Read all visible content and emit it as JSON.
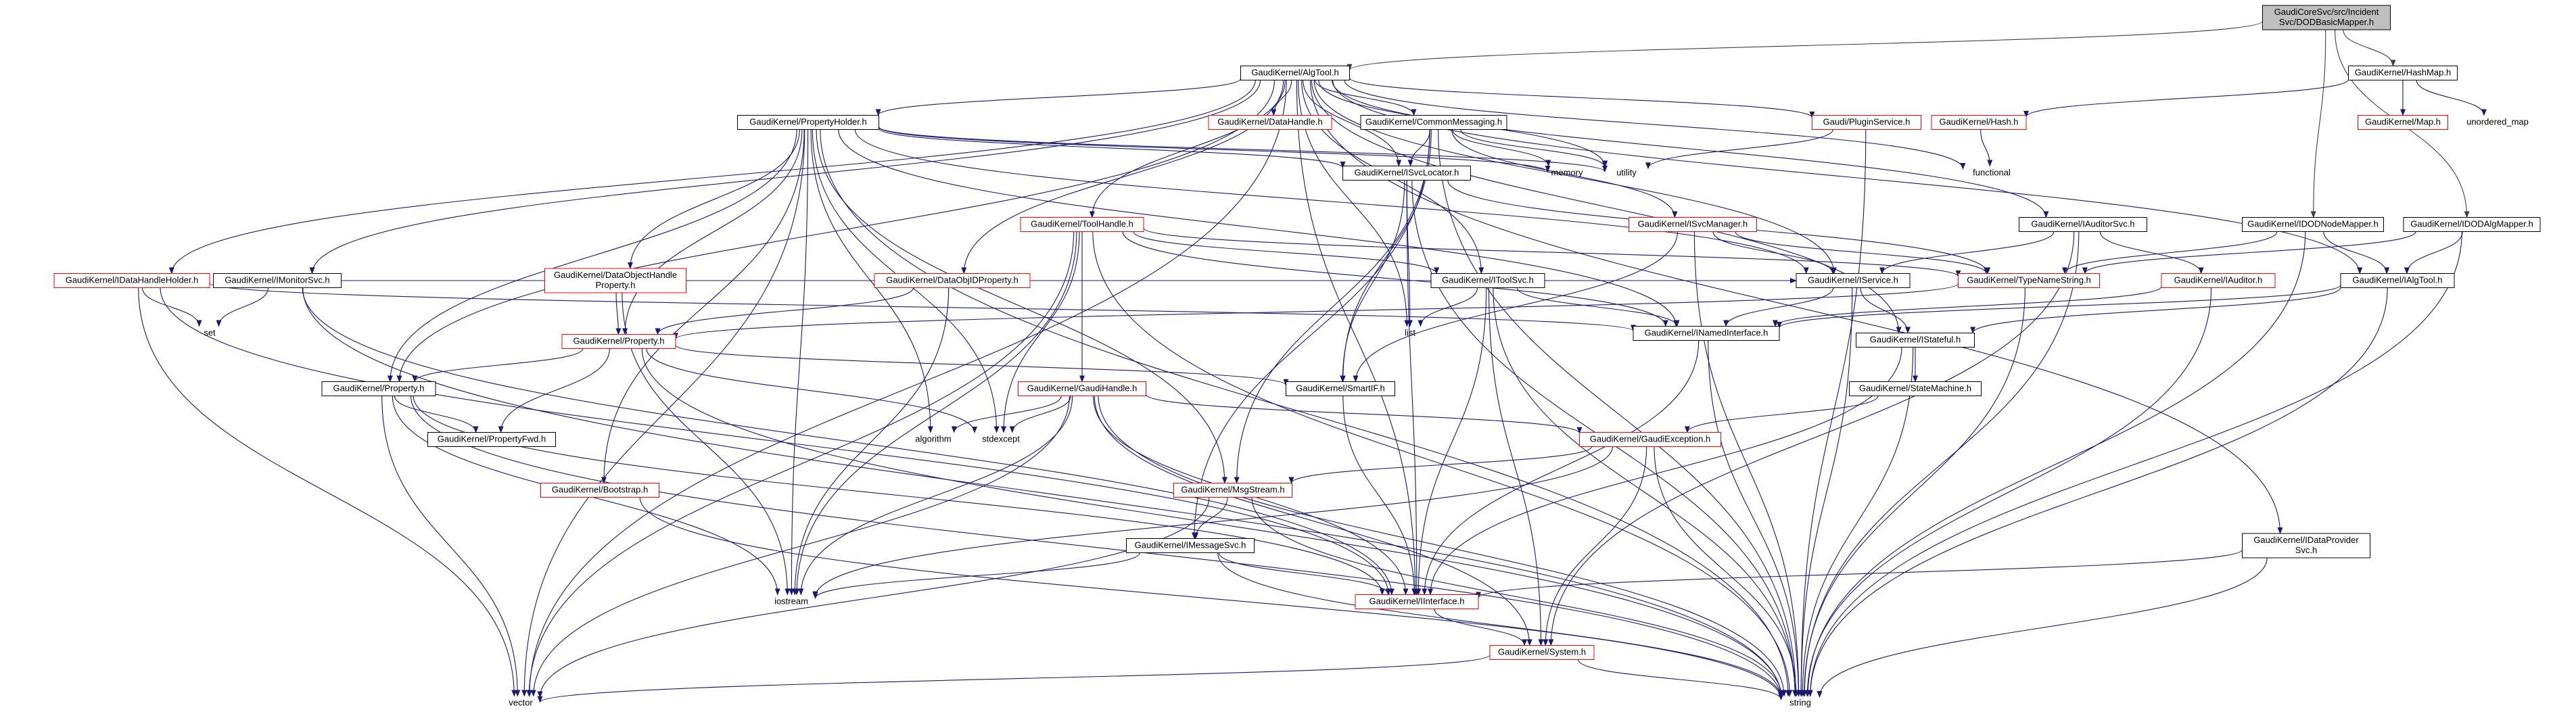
{
  "diagram": {
    "title": "",
    "edge_color": "#191970",
    "edge_color_root": "#404040",
    "nodes": [
      {
        "id": "root",
        "lines": [
          "GaudiCoreSvc/src/Incident",
          "Svc/DODBasicMapper.h"
        ],
        "style": "root"
      },
      {
        "id": "algtool",
        "lines": [
          "GaudiKernel/AlgTool.h"
        ],
        "style": "black"
      },
      {
        "id": "hashmap",
        "lines": [
          "GaudiKernel/HashMap.h"
        ],
        "style": "black"
      },
      {
        "id": "map",
        "lines": [
          "GaudiKernel/Map.h"
        ],
        "style": "red"
      },
      {
        "id": "umap",
        "lines": [
          "unordered_map"
        ],
        "style": "plain"
      },
      {
        "id": "hash",
        "lines": [
          "GaudiKernel/Hash.h"
        ],
        "style": "red"
      },
      {
        "id": "functional",
        "lines": [
          "functional"
        ],
        "style": "plain"
      },
      {
        "id": "plugin",
        "lines": [
          "Gaudi/PluginService.h"
        ],
        "style": "red"
      },
      {
        "id": "datahandle",
        "lines": [
          "GaudiKernel/DataHandle.h"
        ],
        "style": "red"
      },
      {
        "id": "commsg",
        "lines": [
          "GaudiKernel/CommonMessaging.h"
        ],
        "style": "black"
      },
      {
        "id": "propholder",
        "lines": [
          "GaudiKernel/PropertyHolder.h"
        ],
        "style": "black"
      },
      {
        "id": "memory",
        "lines": [
          "memory"
        ],
        "style": "plain"
      },
      {
        "id": "utility",
        "lines": [
          "utility"
        ],
        "style": "plain"
      },
      {
        "id": "isvcloc",
        "lines": [
          "GaudiKernel/ISvcLocator.h"
        ],
        "style": "black"
      },
      {
        "id": "isvcmgr",
        "lines": [
          "GaudiKernel/ISvcManager.h"
        ],
        "style": "red"
      },
      {
        "id": "toolhandle",
        "lines": [
          "GaudiKernel/ToolHandle.h"
        ],
        "style": "red"
      },
      {
        "id": "iauditorsvc",
        "lines": [
          "GaudiKernel/IAuditorSvc.h"
        ],
        "style": "black"
      },
      {
        "id": "idodnode",
        "lines": [
          "GaudiKernel/IDODNodeMapper.h"
        ],
        "style": "black"
      },
      {
        "id": "idodalg",
        "lines": [
          "GaudiKernel/IDODAlgMapper.h"
        ],
        "style": "black"
      },
      {
        "id": "idhh",
        "lines": [
          "GaudiKernel/IDataHandleHolder.h"
        ],
        "style": "red"
      },
      {
        "id": "imonsvc",
        "lines": [
          "GaudiKernel/IMonitorSvc.h"
        ],
        "style": "black"
      },
      {
        "id": "dataobjhp",
        "lines": [
          "GaudiKernel/DataObjectHandle",
          "Property.h"
        ],
        "style": "red"
      },
      {
        "id": "dataobjid",
        "lines": [
          "GaudiKernel/DataObjIDProperty.h"
        ],
        "style": "red"
      },
      {
        "id": "itoolsvc",
        "lines": [
          "GaudiKernel/IToolSvc.h"
        ],
        "style": "black"
      },
      {
        "id": "iservice",
        "lines": [
          "GaudiKernel/IService.h"
        ],
        "style": "black"
      },
      {
        "id": "typename",
        "lines": [
          "GaudiKernel/TypeNameString.h"
        ],
        "style": "red"
      },
      {
        "id": "iauditor",
        "lines": [
          "GaudiKernel/IAuditor.h"
        ],
        "style": "red"
      },
      {
        "id": "ialgtool",
        "lines": [
          "GaudiKernel/IAlgTool.h"
        ],
        "style": "black"
      },
      {
        "id": "set",
        "lines": [
          "set"
        ],
        "style": "plain"
      },
      {
        "id": "list",
        "lines": [
          "list"
        ],
        "style": "plain"
      },
      {
        "id": "property",
        "lines": [
          "GaudiKernel/Property.h"
        ],
        "style": "red"
      },
      {
        "id": "inamed",
        "lines": [
          "GaudiKernel/INamedInterface.h"
        ],
        "style": "black"
      },
      {
        "id": "istateful",
        "lines": [
          "GaudiKernel/IStateful.h"
        ],
        "style": "black"
      },
      {
        "id": "gkproperty",
        "lines": [
          "GaudiKernel/Property.h"
        ],
        "style": "black"
      },
      {
        "id": "smartif",
        "lines": [
          "GaudiKernel/SmartIF.h"
        ],
        "style": "black"
      },
      {
        "id": "statemachine",
        "lines": [
          "GaudiKernel/StateMachine.h"
        ],
        "style": "black"
      },
      {
        "id": "gaudihandle",
        "lines": [
          "GaudiKernel/GaudiHandle.h"
        ],
        "style": "red"
      },
      {
        "id": "propfwd",
        "lines": [
          "GaudiKernel/PropertyFwd.h"
        ],
        "style": "black"
      },
      {
        "id": "algorithm",
        "lines": [
          "algorithm"
        ],
        "style": "plain"
      },
      {
        "id": "stdexcept",
        "lines": [
          "stdexcept"
        ],
        "style": "plain"
      },
      {
        "id": "gaudiexc",
        "lines": [
          "GaudiKernel/GaudiException.h"
        ],
        "style": "red"
      },
      {
        "id": "bootstrap",
        "lines": [
          "GaudiKernel/Bootstrap.h"
        ],
        "style": "red"
      },
      {
        "id": "msgstream",
        "lines": [
          "GaudiKernel/MsgStream.h"
        ],
        "style": "red"
      },
      {
        "id": "imessagesvc",
        "lines": [
          "GaudiKernel/IMessageSvc.h"
        ],
        "style": "black"
      },
      {
        "id": "idataprov",
        "lines": [
          "GaudiKernel/IDataProvider",
          "Svc.h"
        ],
        "style": "black"
      },
      {
        "id": "iostream",
        "lines": [
          "iostream"
        ],
        "style": "plain"
      },
      {
        "id": "interface",
        "lines": [
          "GaudiKernel/IInterface.h"
        ],
        "style": "red"
      },
      {
        "id": "system",
        "lines": [
          "GaudiKernel/System.h"
        ],
        "style": "red"
      },
      {
        "id": "vector",
        "lines": [
          "vector"
        ],
        "style": "plain"
      },
      {
        "id": "string",
        "lines": [
          "string"
        ],
        "style": "plain"
      }
    ],
    "edges": [
      [
        "root",
        "algtool"
      ],
      [
        "root",
        "hashmap"
      ],
      [
        "root",
        "idodnode"
      ],
      [
        "root",
        "idodalg"
      ],
      [
        "hashmap",
        "map"
      ],
      [
        "hashmap",
        "umap"
      ],
      [
        "hashmap",
        "hash"
      ],
      [
        "hash",
        "functional"
      ],
      [
        "algtool",
        "plugin"
      ],
      [
        "algtool",
        "datahandle"
      ],
      [
        "algtool",
        "commsg"
      ],
      [
        "algtool",
        "propholder"
      ],
      [
        "algtool",
        "isvcloc"
      ],
      [
        "algtool",
        "toolhandle"
      ],
      [
        "algtool",
        "iauditorsvc"
      ],
      [
        "algtool",
        "idhh"
      ],
      [
        "algtool",
        "imonsvc"
      ],
      [
        "algtool",
        "dataobjid"
      ],
      [
        "algtool",
        "itoolsvc"
      ],
      [
        "algtool",
        "iservice"
      ],
      [
        "algtool",
        "ialgtool"
      ],
      [
        "algtool",
        "gkproperty"
      ],
      [
        "algtool",
        "list"
      ],
      [
        "algtool",
        "istateful"
      ],
      [
        "algtool",
        "idataprov"
      ],
      [
        "algtool",
        "vector"
      ],
      [
        "algtool",
        "interface"
      ],
      [
        "algtool",
        "functional"
      ],
      [
        "algtool",
        "utility"
      ],
      [
        "plugin",
        "utility"
      ],
      [
        "plugin",
        "string"
      ],
      [
        "commsg",
        "memory"
      ],
      [
        "commsg",
        "utility"
      ],
      [
        "commsg",
        "isvcloc"
      ],
      [
        "commsg",
        "isvcmgr"
      ],
      [
        "commsg",
        "msgstream"
      ],
      [
        "commsg",
        "imessagesvc"
      ],
      [
        "commsg",
        "smartif"
      ],
      [
        "commsg",
        "string"
      ],
      [
        "propholder",
        "memory"
      ],
      [
        "propholder",
        "utility"
      ],
      [
        "propholder",
        "dataobjhp"
      ],
      [
        "propholder",
        "property"
      ],
      [
        "propholder",
        "gkproperty"
      ],
      [
        "propholder",
        "bootstrap"
      ],
      [
        "propholder",
        "inamed"
      ],
      [
        "propholder",
        "isvcloc"
      ],
      [
        "propholder",
        "algorithm"
      ],
      [
        "propholder",
        "stdexcept"
      ],
      [
        "propholder",
        "iostream"
      ],
      [
        "propholder",
        "vector"
      ],
      [
        "propholder",
        "string"
      ],
      [
        "propholder",
        "msgstream"
      ],
      [
        "propholder",
        "iservice"
      ],
      [
        "isvcloc",
        "smartif"
      ],
      [
        "isvcloc",
        "list"
      ],
      [
        "isvcloc",
        "interface"
      ],
      [
        "isvcloc",
        "typename"
      ],
      [
        "isvcloc",
        "string"
      ],
      [
        "isvcmgr",
        "iservice"
      ],
      [
        "isvcmgr",
        "typename"
      ],
      [
        "isvcmgr",
        "smartif"
      ],
      [
        "isvcmgr",
        "string"
      ],
      [
        "toolhandle",
        "gaudihandle"
      ],
      [
        "toolhandle",
        "itoolsvc"
      ],
      [
        "toolhandle",
        "inamed"
      ],
      [
        "toolhandle",
        "typename"
      ],
      [
        "toolhandle",
        "stdexcept"
      ],
      [
        "toolhandle",
        "iostream"
      ],
      [
        "toolhandle",
        "vector"
      ],
      [
        "toolhandle",
        "string"
      ],
      [
        "iauditorsvc",
        "iservice"
      ],
      [
        "iauditorsvc",
        "iauditor"
      ],
      [
        "iauditorsvc",
        "system"
      ],
      [
        "iauditorsvc",
        "string"
      ],
      [
        "idodnode",
        "typename"
      ],
      [
        "idodnode",
        "ialgtool"
      ],
      [
        "idodnode",
        "string"
      ],
      [
        "idodalg",
        "typename"
      ],
      [
        "idodalg",
        "ialgtool"
      ],
      [
        "idodalg",
        "string"
      ],
      [
        "idhh",
        "set"
      ],
      [
        "idhh",
        "inamed"
      ],
      [
        "idhh",
        "vector"
      ],
      [
        "idhh",
        "interface"
      ],
      [
        "imonsvc",
        "set"
      ],
      [
        "imonsvc",
        "iservice"
      ],
      [
        "imonsvc",
        "string"
      ],
      [
        "imonsvc",
        "interface"
      ],
      [
        "dataobjhp",
        "property"
      ],
      [
        "dataobjhp",
        "iostream"
      ],
      [
        "dataobjid",
        "property"
      ],
      [
        "dataobjid",
        "iostream"
      ],
      [
        "itoolsvc",
        "list"
      ],
      [
        "itoolsvc",
        "inamed"
      ],
      [
        "itoolsvc",
        "interface"
      ],
      [
        "itoolsvc",
        "system"
      ],
      [
        "itoolsvc",
        "string"
      ],
      [
        "iservice",
        "inamed"
      ],
      [
        "iservice",
        "istateful"
      ],
      [
        "iservice",
        "string"
      ],
      [
        "typename",
        "property"
      ],
      [
        "typename",
        "string"
      ],
      [
        "iauditor",
        "inamed"
      ],
      [
        "iauditor",
        "string"
      ],
      [
        "ialgtool",
        "inamed"
      ],
      [
        "ialgtool",
        "istateful"
      ],
      [
        "ialgtool",
        "string"
      ],
      [
        "property",
        "gkproperty"
      ],
      [
        "property",
        "propfwd"
      ],
      [
        "property",
        "smartif"
      ],
      [
        "property",
        "stdexcept"
      ],
      [
        "property",
        "string"
      ],
      [
        "inamed",
        "interface"
      ],
      [
        "inamed",
        "string"
      ],
      [
        "istateful",
        "statemachine"
      ],
      [
        "istateful",
        "interface"
      ],
      [
        "istateful",
        "string"
      ],
      [
        "gkproperty",
        "propfwd"
      ],
      [
        "gkproperty",
        "vector"
      ],
      [
        "gkproperty",
        "iostream"
      ],
      [
        "gkproperty",
        "interface"
      ],
      [
        "gkproperty",
        "string"
      ],
      [
        "smartif",
        "interface"
      ],
      [
        "statemachine",
        "gaudiexc"
      ],
      [
        "gaudihandle",
        "algorithm"
      ],
      [
        "gaudihandle",
        "stdexcept"
      ],
      [
        "gaudihandle",
        "gaudiexc"
      ],
      [
        "gaudihandle",
        "iostream"
      ],
      [
        "gaudihandle",
        "vector"
      ],
      [
        "gaudihandle",
        "string"
      ],
      [
        "gaudihandle",
        "interface"
      ],
      [
        "gaudihandle",
        "system"
      ],
      [
        "gaudiexc",
        "msgstream"
      ],
      [
        "gaudiexc",
        "system"
      ],
      [
        "gaudiexc",
        "string"
      ],
      [
        "gaudiexc",
        "iostream"
      ],
      [
        "bootstrap",
        "string"
      ],
      [
        "msgstream",
        "imessagesvc"
      ],
      [
        "msgstream",
        "vector"
      ],
      [
        "msgstream",
        "string"
      ],
      [
        "imessagesvc",
        "interface"
      ],
      [
        "imessagesvc",
        "iostream"
      ],
      [
        "imessagesvc",
        "string"
      ],
      [
        "idataprov",
        "interface"
      ],
      [
        "idataprov",
        "string"
      ],
      [
        "interface",
        "system"
      ],
      [
        "system",
        "vector"
      ],
      [
        "system",
        "string"
      ]
    ]
  }
}
